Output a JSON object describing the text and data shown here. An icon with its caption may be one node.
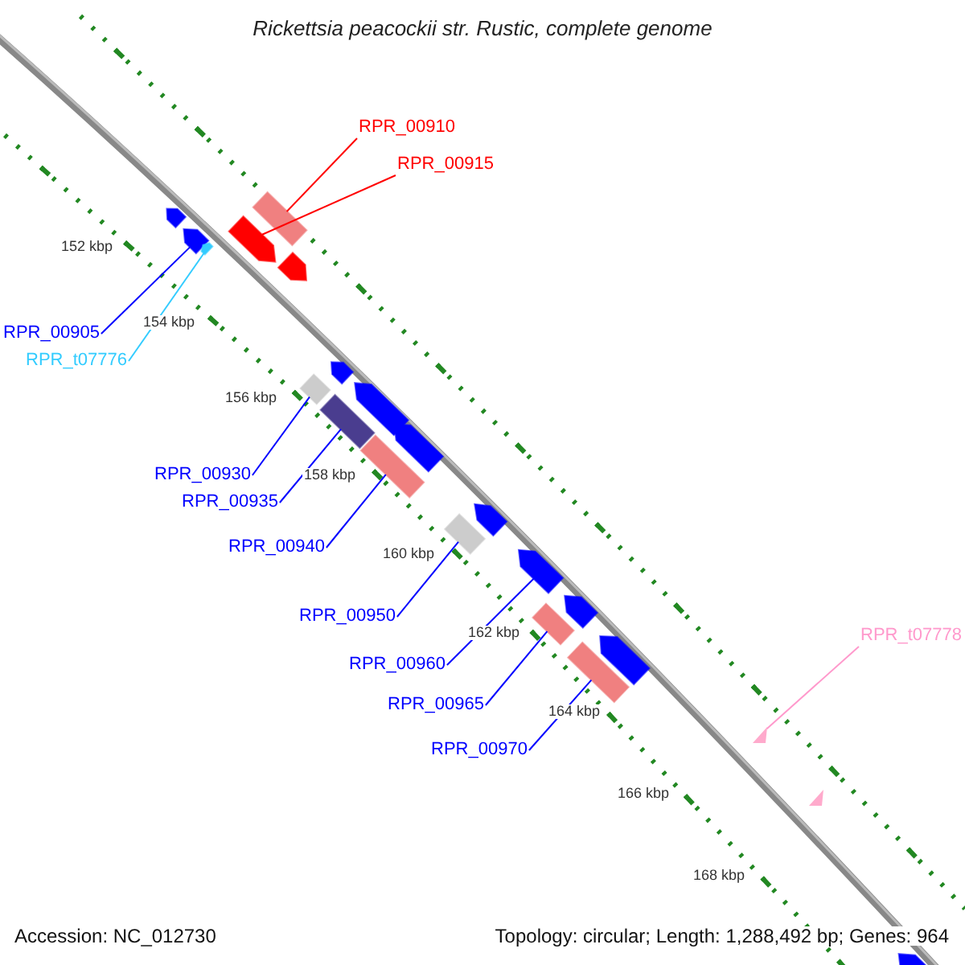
{
  "diagram": {
    "title": "Rickettsia peacockii str. Rustic, complete genome",
    "nodes": [
      {
        "text": [
          "RPR_00910"
        ]
      },
      {
        "text": [
          "RPR_00915"
        ]
      },
      {
        "text": [
          "RPR_00905"
        ]
      },
      {
        "text": [
          "RPR_t07776"
        ]
      },
      {
        "text": [
          "RPR_00930"
        ]
      },
      {
        "text": [
          "RPR_00935"
        ]
      },
      {
        "text": [
          "RPR_00940"
        ]
      },
      {
        "text": [
          "RPR_00950"
        ]
      },
      {
        "text": [
          "RPR_00960"
        ]
      },
      {
        "text": [
          "RPR_00965"
        ]
      },
      {
        "text": [
          "RPR_00970"
        ]
      },
      {
        "text": [
          "RPR_t07778"
        ]
      },
      {
        "text": [],
        "shape": "bar"
      },
      {
        "text": [],
        "shape": "pentagon"
      },
      {
        "text": [],
        "shape": "pentagon"
      },
      {
        "text": [],
        "shape": "pentagon"
      },
      {
        "text": [],
        "shape": "bar"
      },
      {
        "text": [],
        "shape": "bar"
      },
      {
        "text": [],
        "shape": "bar"
      },
      {
        "text": [],
        "shape": "bar"
      },
      {
        "text": [],
        "shape": "pentagon"
      },
      {
        "text": [],
        "shape": "bar"
      },
      {
        "text": [],
        "shape": "bar"
      },
      {
        "text": [],
        "shape": "triangle"
      },
      {
        "text": [],
        "shape": "pentagon"
      },
      {
        "text": [],
        "shape": "pentagon"
      },
      {
        "text": [],
        "shape": "pentagon"
      },
      {
        "text": [],
        "shape": "pentagon"
      },
      {
        "text": [],
        "shape": "pentagon"
      },
      {
        "text": [],
        "shape": "pentagon"
      },
      {
        "text": [],
        "shape": "pentagon"
      },
      {
        "text": [],
        "shape": "pentagon"
      },
      {
        "text": [],
        "shape": "triangle"
      },
      {
        "text": [],
        "shape": "pentagon"
      }
    ],
    "edges": [
      {
        "from": 0,
        "to": 12,
        "arrow": "none",
        "color": "#ff0000"
      },
      {
        "from": 1,
        "to": 13,
        "arrow": "none",
        "color": "#ff0000"
      },
      {
        "from": 2,
        "to": 14,
        "arrow": "none"
      },
      {
        "from": 3,
        "to": 15,
        "arrow": "none",
        "color": "#33ccff"
      },
      {
        "from": 4,
        "to": 16,
        "arrow": "none"
      },
      {
        "from": 5,
        "to": 17,
        "arrow": "none"
      },
      {
        "from": 6,
        "to": 18,
        "arrow": "none"
      },
      {
        "from": 7,
        "to": 19,
        "arrow": "none"
      },
      {
        "from": 8,
        "to": 20,
        "arrow": "none"
      },
      {
        "from": 9,
        "to": 21,
        "arrow": "none"
      },
      {
        "from": 10,
        "to": 22,
        "arrow": "none"
      },
      {
        "from": 11,
        "to": 23,
        "arrow": "none",
        "color": "#ff99cc"
      }
    ],
    "labels": [
      "152 kbp",
      "154 kbp",
      "156 kbp",
      "158 kbp",
      "160 kbp",
      "162 kbp",
      "164 kbp",
      "166 kbp",
      "168 kbp",
      "Accession: NC_012730",
      "Topology: circular; Length: 1,288,492 bp; Genes: 964"
    ]
  }
}
